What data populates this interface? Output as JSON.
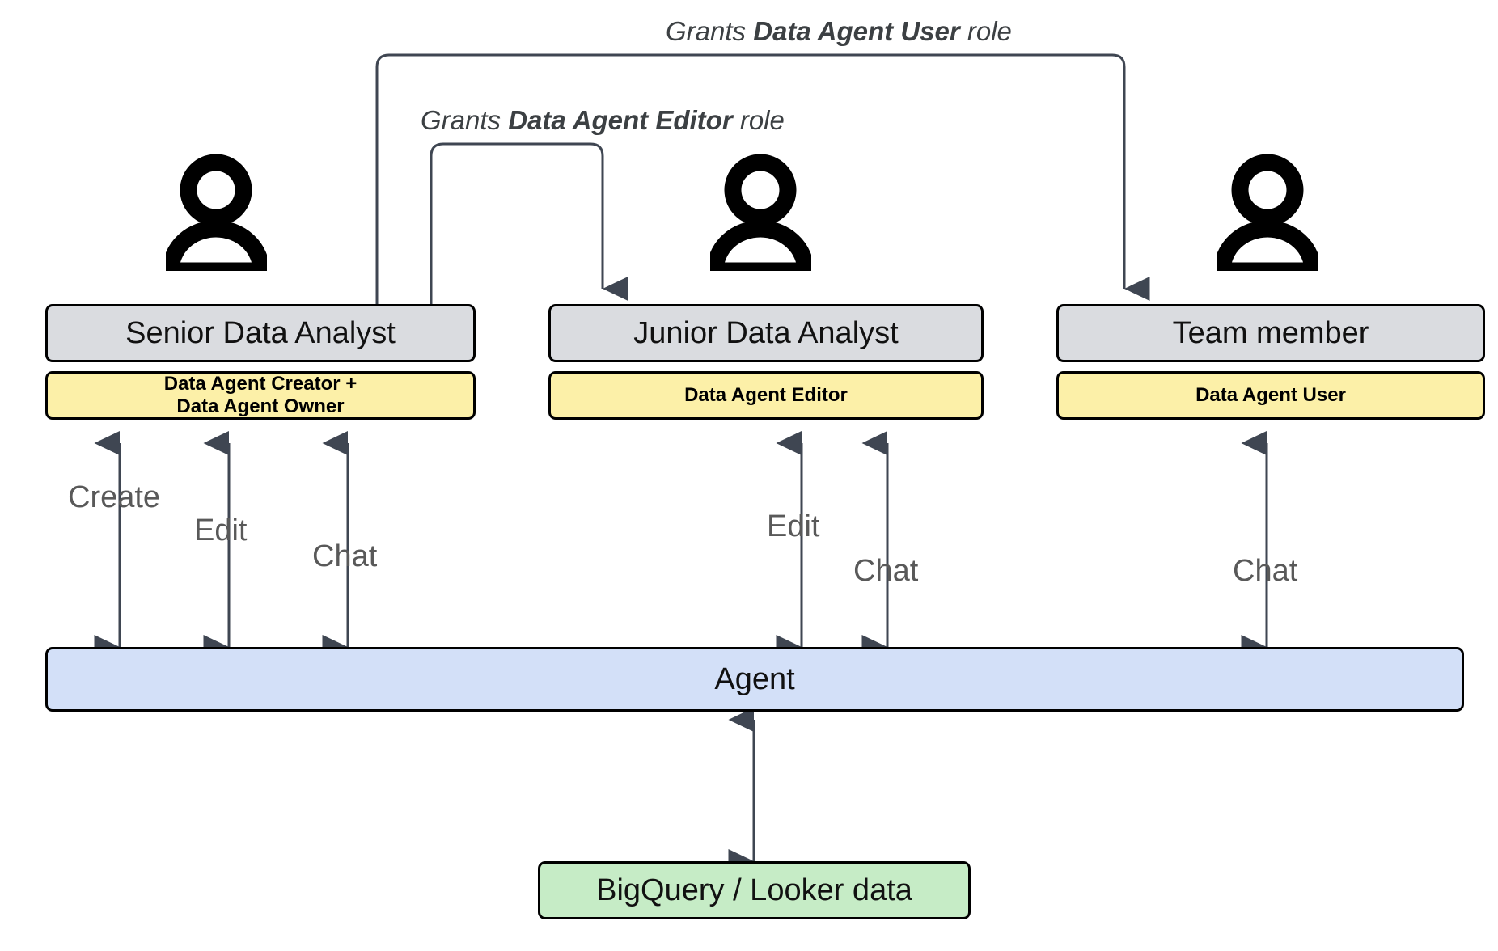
{
  "diagram": {
    "title": "Data Agent roles and permissions diagram",
    "colors": {
      "role_title_fill": "#dadce0",
      "role_perm_fill": "#fcf0a8",
      "agent_fill": "#d3e0f8",
      "data_fill": "#c6ecc6",
      "stroke": "#000000",
      "arrow": "#3f4652",
      "label_text": "#595959",
      "grant_text": "#3c4043"
    },
    "grants": [
      {
        "id": "grant-user",
        "prefix": "Grants ",
        "role": "Data Agent User",
        "suffix": " role",
        "from": "Senior Data Analyst",
        "to": "Team member"
      },
      {
        "id": "grant-editor",
        "prefix": "Grants ",
        "role": "Data Agent Editor",
        "suffix": " role",
        "from": "Senior Data Analyst",
        "to": "Junior Data Analyst"
      }
    ],
    "personas": [
      {
        "id": "senior-data-analyst",
        "title": "Senior Data Analyst",
        "permission_lines": [
          "Data Agent Creator +",
          "Data Agent Owner"
        ],
        "icon": "person-icon",
        "actions": [
          "Create",
          "Edit",
          "Chat"
        ]
      },
      {
        "id": "junior-data-analyst",
        "title": "Junior Data Analyst",
        "permission_lines": [
          "Data Agent Editor"
        ],
        "icon": "person-icon",
        "actions": [
          "Edit",
          "Chat"
        ]
      },
      {
        "id": "team-member",
        "title": "Team member",
        "permission_lines": [
          "Data Agent User"
        ],
        "icon": "person-icon",
        "actions": [
          "Chat"
        ]
      }
    ],
    "agent": {
      "label": "Agent"
    },
    "datasource": {
      "label": "BigQuery / Looker data"
    },
    "action_labels": {
      "create": "Create",
      "edit": "Edit",
      "chat": "Chat"
    }
  }
}
